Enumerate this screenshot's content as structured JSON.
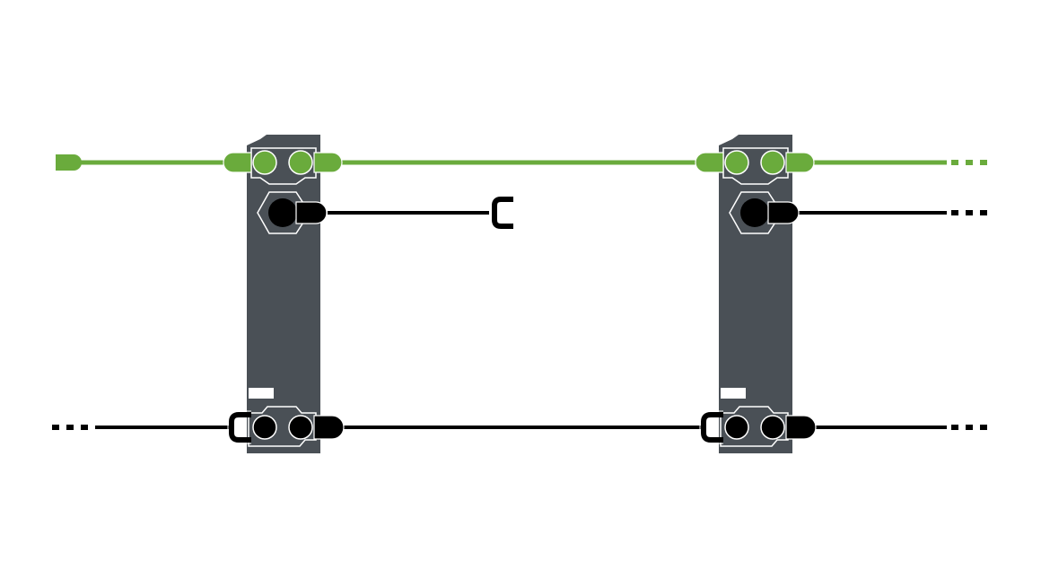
{
  "colors": {
    "module": "#4a5056",
    "bus_green": "#6aab3c",
    "cable_black": "#000000",
    "outline": "#ffffff"
  },
  "diagram": {
    "modules": [
      {
        "id": "module-1",
        "offset_index": 0
      },
      {
        "id": "module-2",
        "offset_index": 1
      }
    ],
    "lines": [
      "green-bus",
      "black-upper",
      "black-lower"
    ]
  }
}
